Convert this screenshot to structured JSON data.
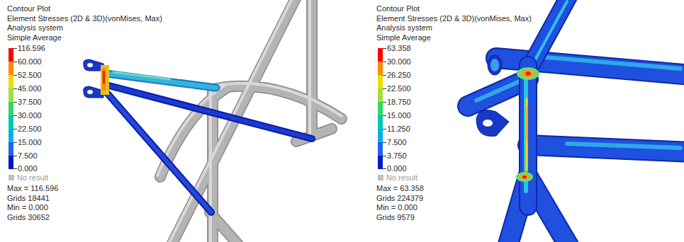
{
  "diagram": {
    "labels": [
      "Contour Plot",
      "Element Stresses (2D & 3D)(vonMises, Max)",
      "Analysis system",
      "Simple Average",
      "116.596",
      "60.000",
      "52.500",
      "45.000",
      "37.500",
      "30.000",
      "22.500",
      "15.000",
      "7.500",
      "0.000",
      "Max = 116.596",
      "Grids 18441",
      "Min = 0.000",
      "Grids 30652",
      "Contour Plot",
      "Element Stresses (2D & 3D)(vonMises, Max)",
      "Analysis system",
      "Simple Average",
      "63.358",
      "30.000",
      "26.250",
      "22.500",
      "18.750",
      "15.000",
      "11.250",
      "7.500",
      "3.750",
      "0.000",
      "Max = 63.358",
      "Grids 224379",
      "Min = 0.000",
      "Grids 9579"
    ],
    "legend": [
      {
        "text": "No result",
        "color": "#c0c0c0"
      },
      {
        "text": "No result",
        "color": "#c0c0c0"
      }
    ]
  }
}
